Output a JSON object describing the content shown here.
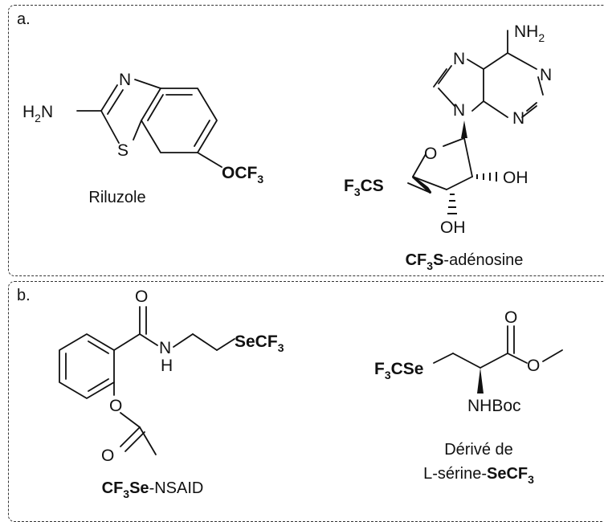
{
  "panels": {
    "a": {
      "letter": "a."
    },
    "b": {
      "letter": "b."
    }
  },
  "molecules": {
    "riluzole": {
      "caption": "Riluzole",
      "atoms": {
        "h2n_h": "H",
        "h2n_2": "2",
        "h2n_n": "N",
        "n": "N",
        "s": "S",
        "ocf_o": "OCF",
        "ocf_3": "3"
      }
    },
    "cf3s_adenosine": {
      "caption_bold": "CF",
      "caption_sub": "3",
      "caption_bold2": "S",
      "caption_rest": "-adénosine",
      "atoms": {
        "nh": "NH",
        "nh_2": "2",
        "n7": "N",
        "n1": "N",
        "n9": "N",
        "n3": "N",
        "o": "O",
        "oh1": "OH",
        "oh2": "OH",
        "f3cs_f": "F",
        "f3cs_3": "3",
        "f3cs_cs": "CS"
      }
    },
    "cf3se_nsaid": {
      "caption_bold": "CF",
      "caption_sub": "3",
      "caption_bold2": "Se",
      "caption_rest": "-NSAID",
      "atoms": {
        "o_top": "O",
        "n": "N",
        "h": "H",
        "secf": "SeCF",
        "secf_3": "3",
        "o_ester": "O",
        "o_bottom": "O"
      }
    },
    "l_serine": {
      "caption_line1": "Dérivé de",
      "caption_line2_rest": "L-sérine-",
      "caption_line2_bold": "SeCF",
      "caption_line2_sub": "3",
      "atoms": {
        "f3cse_f": "F",
        "f3cse_3": "3",
        "f3cse_cse": "CSe",
        "o_top": "O",
        "o_ester": "O",
        "nhboc": "NHBoc"
      }
    }
  }
}
